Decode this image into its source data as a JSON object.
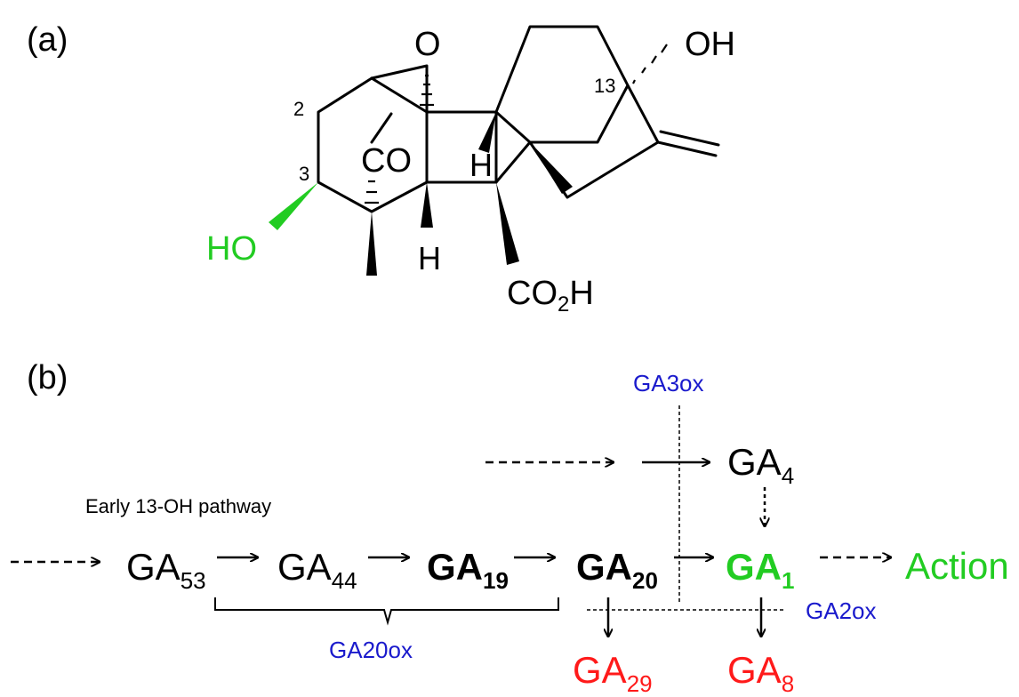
{
  "panel_a": {
    "label": "(a)",
    "atoms": {
      "o_bridge": "O",
      "oh_top": "OH",
      "c13": "13",
      "c2": "2",
      "c3": "3",
      "co": "CO",
      "h_upper": "H",
      "h_lower": "H",
      "ho": "HO",
      "co2h_main": "CO",
      "co2h_sub": "2",
      "co2h_tail": "H"
    }
  },
  "panel_b": {
    "label": "(b)",
    "pathway_label": "Early 13-OH pathway",
    "nodes": {
      "ga53": {
        "main": "GA",
        "sub": "53"
      },
      "ga44": {
        "main": "GA",
        "sub": "44"
      },
      "ga19": {
        "main": "GA",
        "sub": "19"
      },
      "ga20": {
        "main": "GA",
        "sub": "20"
      },
      "ga1": {
        "main": "GA",
        "sub": "1"
      },
      "ga4": {
        "main": "GA",
        "sub": "4"
      },
      "ga29": {
        "main": "GA",
        "sub": "29"
      },
      "ga8": {
        "main": "GA",
        "sub": "8"
      },
      "action": "Action"
    },
    "enzymes": {
      "ga3ox": "GA3ox",
      "ga20ox": "GA20ox",
      "ga2ox": "GA2ox"
    },
    "colors": {
      "enzyme": "#1a1acc",
      "active": "#22cc22",
      "inactive": "#ff1a1a",
      "default": "#000000"
    }
  }
}
